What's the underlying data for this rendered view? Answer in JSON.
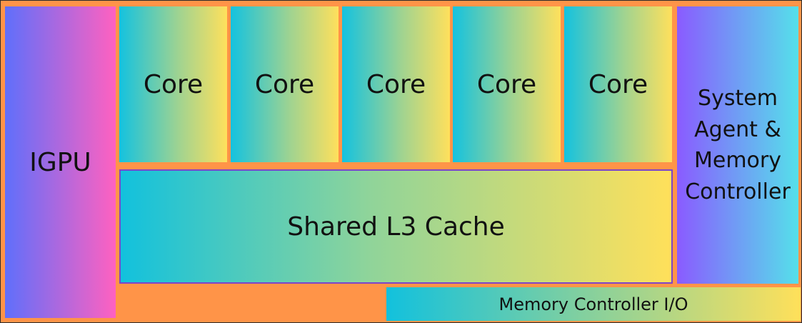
{
  "diagram": {
    "igpu": {
      "label": "IGPU"
    },
    "cores": [
      {
        "label": "Core"
      },
      {
        "label": "Core"
      },
      {
        "label": "Core"
      },
      {
        "label": "Core"
      },
      {
        "label": "Core"
      }
    ],
    "system_agent": {
      "lines": [
        "System",
        "Agent &",
        "Memory",
        "Controller"
      ]
    },
    "l3_cache": {
      "label": "Shared L3 Cache"
    },
    "memory_controller_io": {
      "label": "Memory Controller I/O"
    }
  },
  "colors": {
    "background": "#ff9448",
    "core_gradient": [
      "#14c2df",
      "#9fd391",
      "#ffe05c"
    ],
    "igpu_gradient": [
      "#5f6ffb",
      "#ff61c0"
    ],
    "system_agent_gradient": [
      "#8a5bff",
      "#55e0ea"
    ],
    "l3_border": "#7d45c8"
  }
}
